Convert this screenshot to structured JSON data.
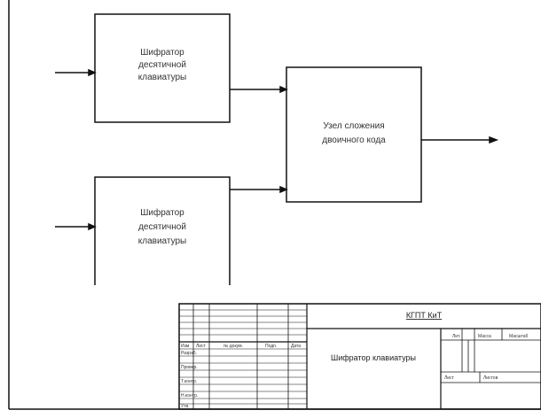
{
  "diagram": {
    "blocks": {
      "top_left": {
        "lines": [
          "Шифратор",
          "десятичной",
          "клавиатуры"
        ]
      },
      "bottom_left": {
        "lines": [
          "Шифратор",
          "десятичной",
          "клавиатуры"
        ]
      },
      "right": {
        "lines": [
          "Узел сложения",
          "двоичного кода"
        ]
      }
    }
  },
  "title_block": {
    "organization": "КГПТ КиТ",
    "document_title": "Шифратор клавиатуры",
    "header_cells": [
      "Изм",
      "Лист",
      "№ докум.",
      "Подп.",
      "Дата"
    ],
    "role_rows": [
      "Разраб.",
      "Провер.",
      "Т.контр.",
      "Н.контр.",
      "Утв."
    ],
    "right_header": [
      "Лит.",
      "Масса",
      "Масштаб"
    ],
    "sheet_labels": [
      "Лист",
      "Листов"
    ]
  }
}
